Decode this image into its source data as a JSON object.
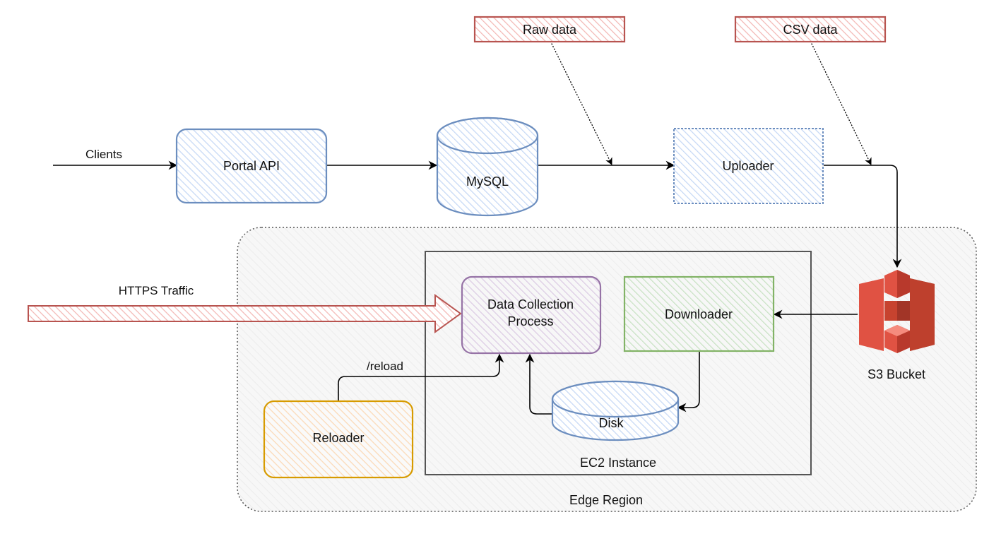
{
  "diagram": {
    "colors": {
      "blue_stroke": "#6c8ebf",
      "blue_fill": "#dae8fc",
      "red_stroke": "#b85450",
      "red_fill": "#f8cecc",
      "purple_stroke": "#9673a6",
      "purple_fill": "#e1d5e7",
      "green_stroke": "#82b366",
      "green_fill": "#d5e8d4",
      "orange_stroke": "#d79b00",
      "orange_fill": "#ffe6cc",
      "s3_red": "#e05243",
      "s3_dark": "#8c3123",
      "region_fill": "#f5f5f5"
    },
    "nodes": {
      "portal_api": "Portal API",
      "mysql": "MySQL",
      "uploader": "Uploader",
      "raw_data": "Raw data",
      "csv_data": "CSV data",
      "data_collection_line1": "Data Collection",
      "data_collection_line2": "Process",
      "downloader": "Downloader",
      "disk": "Disk",
      "reloader": "Reloader",
      "s3_bucket": "S3 Bucket"
    },
    "groups": {
      "edge_region": "Edge Region",
      "ec2_instance": "EC2 Instance"
    },
    "edges": {
      "clients": "Clients",
      "https_traffic": "HTTPS Traffic",
      "reload": "/reload"
    }
  }
}
